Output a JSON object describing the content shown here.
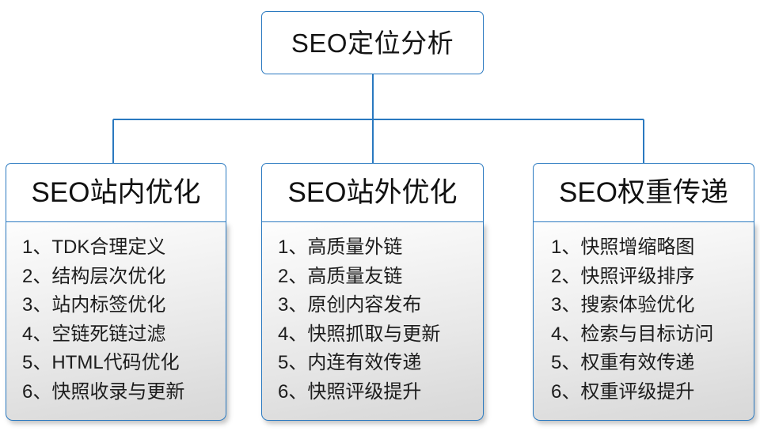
{
  "diagram": {
    "root": {
      "label": "SEO定位分析"
    },
    "connector": {
      "line_color": "#2a79c0"
    },
    "branches": [
      {
        "title": "SEO站内优化",
        "items": [
          "1、TDK合理定义",
          "2、结构层次优化",
          "3、站内标签优化",
          "4、空链死链过滤",
          "5、HTML代码优化",
          "6、快照收录与更新"
        ]
      },
      {
        "title": "SEO站外优化",
        "items": [
          "1、高质量外链",
          "2、高质量友链",
          "3、原创内容发布",
          "4、快照抓取与更新",
          "5、内连有效传递",
          "6、快照评级提升"
        ]
      },
      {
        "title": "SEO权重传递",
        "items": [
          "1、快照增缩略图",
          "2、快照评级排序",
          "3、搜索体验优化",
          "4、检索与目标访问",
          "5、权重有效传递",
          "6、权重评级提升"
        ]
      }
    ]
  }
}
